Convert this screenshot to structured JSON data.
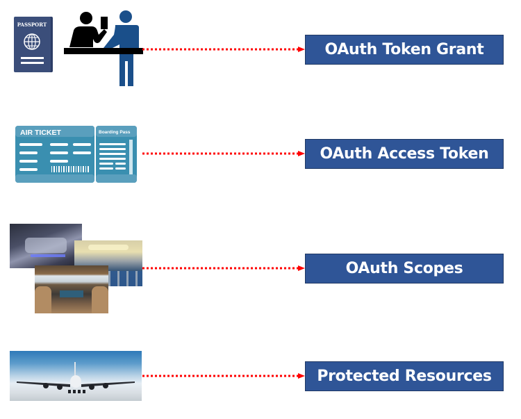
{
  "colors": {
    "box_fill": "#2f5597",
    "box_border": "#1f3864",
    "box_text": "#ffffff",
    "connector": "#ff0000",
    "passport": "#3b4e7a",
    "ticket": "#3a8fb0",
    "person_black": "#000000",
    "person_blue": "#1a4f8a"
  },
  "rows": [
    {
      "illustration": "passport-and-immigration-officer",
      "label": "OAuth Token Grant",
      "passport_text": "PASSPORT"
    },
    {
      "illustration": "air-ticket-boarding-pass",
      "label": "OAuth Access Token",
      "ticket_title": "AIR TICKET",
      "stub_title": "Boarding Pass"
    },
    {
      "illustration": "aircraft-cabin-cockpit-photos",
      "label": "OAuth Scopes"
    },
    {
      "illustration": "airplane-on-runway-photo",
      "label": "Protected Resources"
    }
  ]
}
